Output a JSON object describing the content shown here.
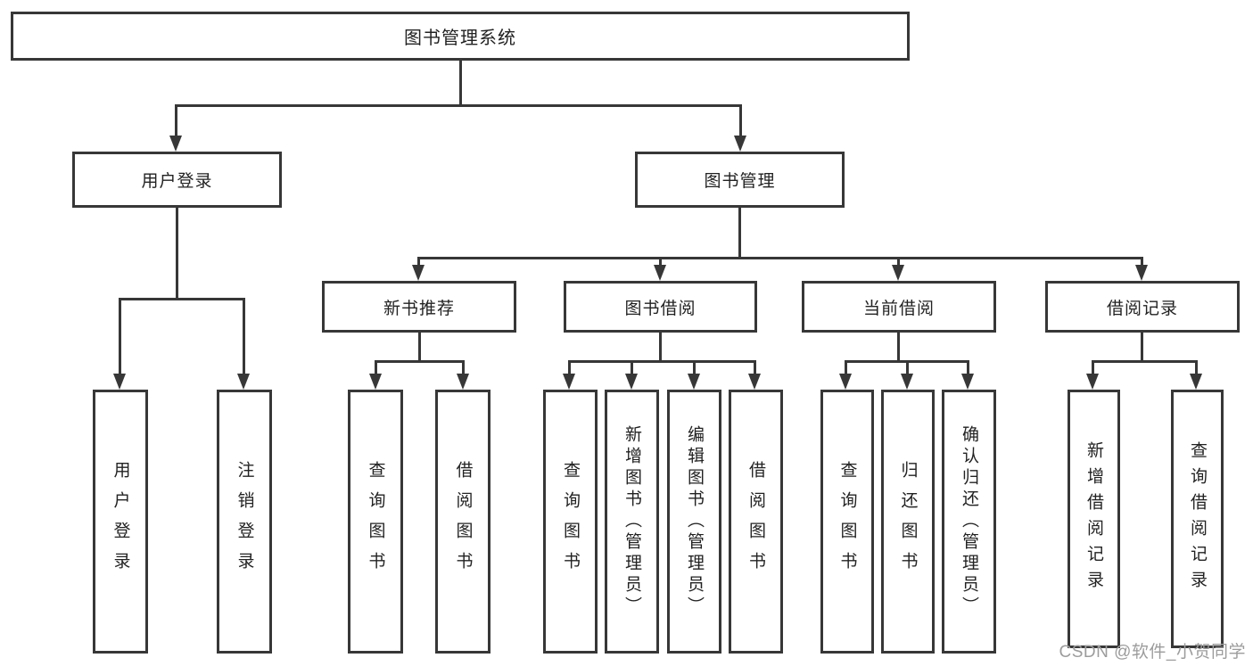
{
  "tree": {
    "root": {
      "label": "图书管理系统"
    },
    "level2": [
      {
        "label": "用户登录",
        "children": [
          {
            "label": "用户登录"
          },
          {
            "label": "注销登录"
          }
        ]
      },
      {
        "label": "图书管理",
        "children": [
          {
            "label": "新书推荐",
            "children": [
              {
                "label": "查询图书"
              },
              {
                "label": "借阅图书"
              }
            ]
          },
          {
            "label": "图书借阅",
            "children": [
              {
                "label": "查询图书"
              },
              {
                "label": "新增图书（管理员）"
              },
              {
                "label": "编辑图书（管理员）"
              },
              {
                "label": "借阅图书"
              }
            ]
          },
          {
            "label": "当前借阅",
            "children": [
              {
                "label": "查询图书"
              },
              {
                "label": "归还图书"
              },
              {
                "label": "确认归还（管理员）"
              }
            ]
          },
          {
            "label": "借阅记录",
            "children": [
              {
                "label": "新增借阅记录"
              },
              {
                "label": "查询借阅记录"
              }
            ]
          }
        ]
      }
    ]
  },
  "watermark": {
    "text": "CSDN @软件_小贺同学",
    "color": "#9c9c9c"
  },
  "colors": {
    "line": "#373737",
    "text": "#222222",
    "background": "#ffffff"
  }
}
